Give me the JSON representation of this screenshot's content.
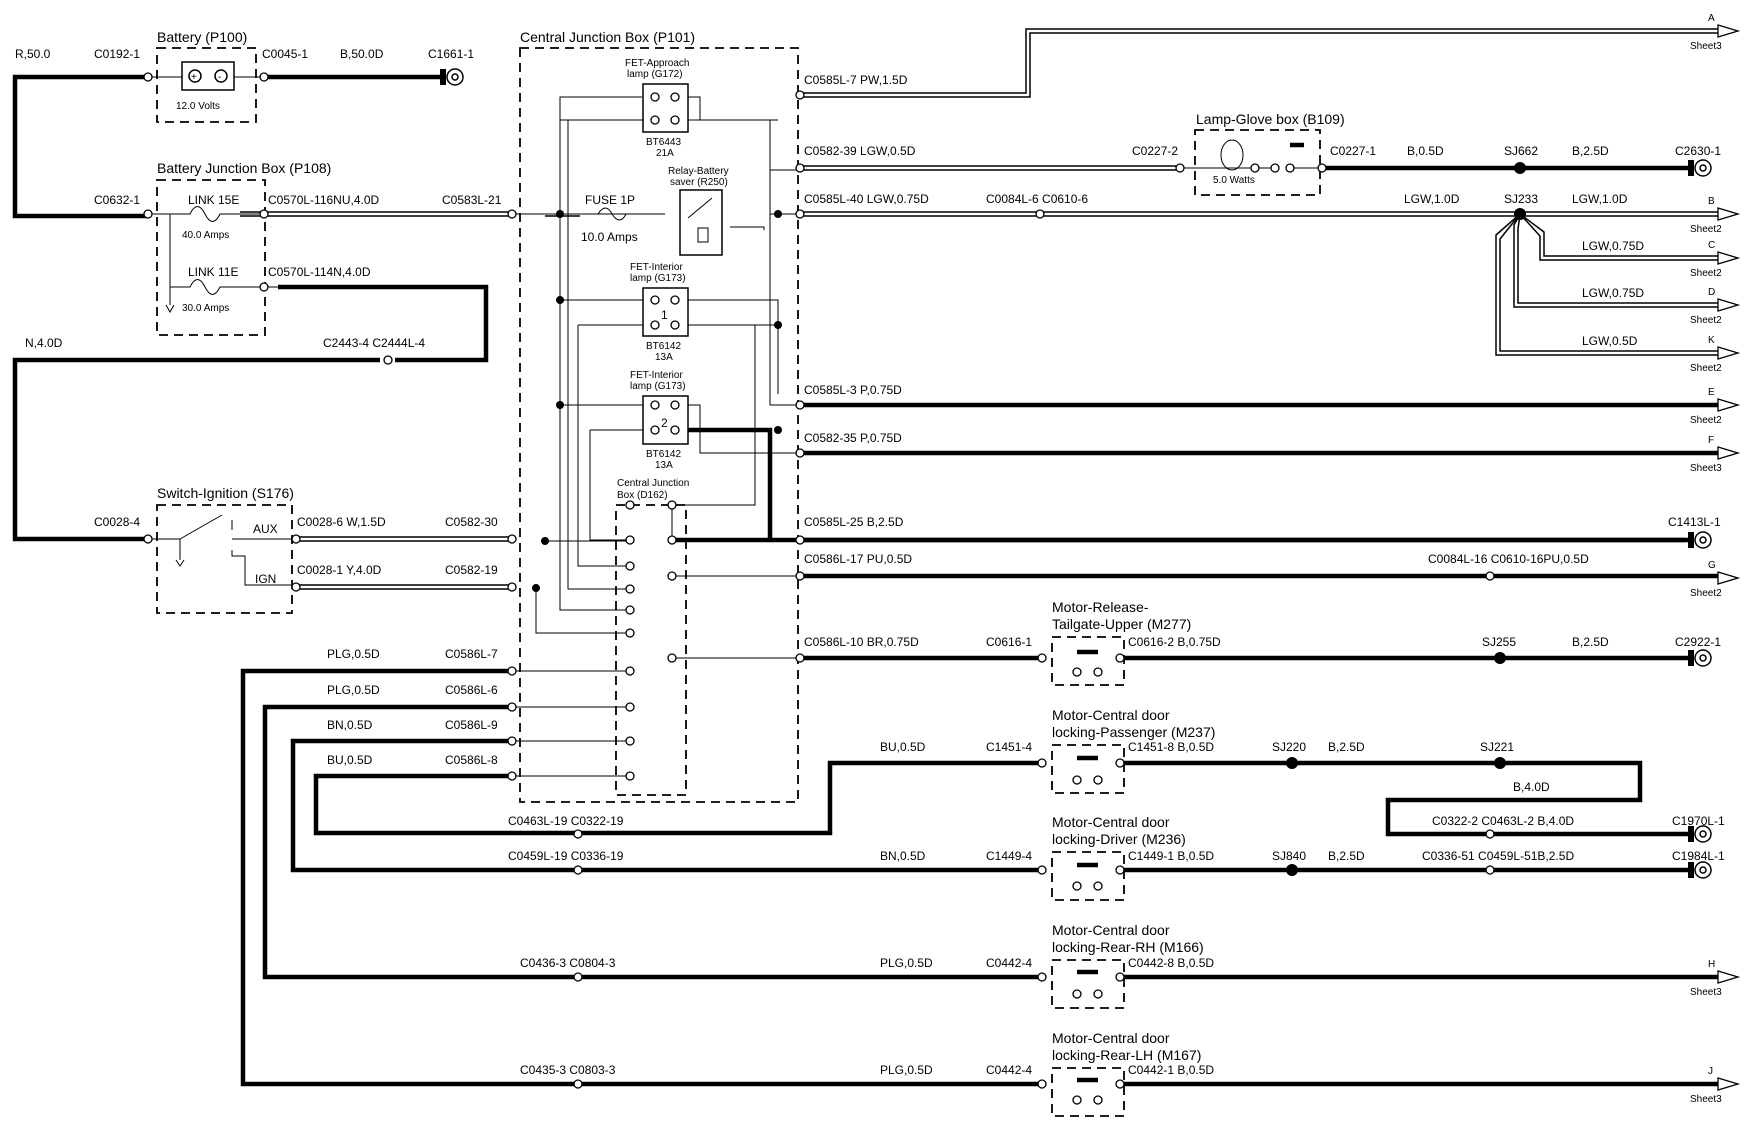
{
  "components": {
    "battery": {
      "title": "Battery (P100)",
      "rating": "12.0 Volts"
    },
    "battery_junction_box": {
      "title": "Battery Junction Box (P108)",
      "link1": "LINK 15E",
      "link1_rating": "40.0 Amps",
      "link2": "LINK 11E",
      "link2_rating": "30.0 Amps"
    },
    "central_junction_box": {
      "title": "Central Junction Box (P101)",
      "inner_title_1": "Central Junction",
      "inner_title_2": "Box (D162)"
    },
    "fet_approach": {
      "line1": "FET-Approach",
      "line2": "lamp (G172)",
      "part": "BT6443",
      "rating": "21A"
    },
    "relay": {
      "line1": "Relay-Battery",
      "line2": "saver (R250)"
    },
    "fuse": {
      "label": "FUSE 1P",
      "rating": "10.0 Amps"
    },
    "fet_interior1": {
      "line1": "FET-Interior",
      "line2": "lamp (G173)",
      "num": "1",
      "part": "BT6142",
      "rating": "13A"
    },
    "fet_interior2": {
      "line1": "FET-Interior",
      "line2": "lamp (G173)",
      "num": "2",
      "part": "BT6142",
      "rating": "13A"
    },
    "ignition": {
      "title": "Switch-Ignition (S176)",
      "aux": "AUX",
      "ign": "IGN"
    },
    "glove": {
      "title": "Lamp-Glove box (B109)",
      "rating": "5.0 Watts"
    },
    "m277": {
      "line1": "Motor-Release-",
      "line2": "Tailgate-Upper (M277)"
    },
    "m237": {
      "line1": "Motor-Central door",
      "line2": "locking-Passenger (M237)"
    },
    "m236": {
      "line1": "Motor-Central door",
      "line2": "locking-Driver (M236)"
    },
    "m166": {
      "line1": "Motor-Central door",
      "line2": "locking-Rear-RH (M166)"
    },
    "m167": {
      "line1": "Motor-Central door",
      "line2": "locking-Rear-LH (M167)"
    }
  },
  "labels": {
    "w_r50": "R,50.0",
    "c0192": "C0192-1",
    "c0045": "C0045-1",
    "w_b50": "B,50.0D",
    "c1661": "C1661-1",
    "c0632": "C0632-1",
    "c0570_116": "C0570L-116NU,4.0D",
    "c0583": "C0583L-21",
    "c0570_114": "C0570L-114N,4.0D",
    "w_n4": "N,4.0D",
    "c2443": "C2443-4 C2444L-4",
    "c0028_4": "C0028-4",
    "c0028_6": "C0028-6  W,1.5D",
    "c0582_30": "C0582-30",
    "c0028_1": "C0028-1  Y,4.0D",
    "c0582_19": "C0582-19",
    "w_plg1": "PLG,0.5D",
    "c0586_7": "C0586L-7",
    "w_plg2": "PLG,0.5D",
    "c0586_6": "C0586L-6",
    "w_bn": "BN,0.5D",
    "c0586_9": "C0586L-9",
    "w_bu": "BU,0.5D",
    "c0586_8": "C0586L-8",
    "c0585_7": "C0585L-7  PW,1.5D",
    "c0582_39": "C0582-39  LGW,0.5D",
    "c0585_40": "C0585L-40  LGW,0.75D",
    "c0084_6": "C0084L-6  C0610-6",
    "c0585_3": "C0585L-3  P,0.75D",
    "c0582_35": "C0582-35  P,0.75D",
    "c0585_25": "C0585L-25  B,2.5D",
    "c0586_17": "C0586L-17  PU,0.5D",
    "c0084_16": "C0084L-16  C0610-16PU,0.5D",
    "c0586_10": "C0586L-10  BR,0.75D",
    "c0227_2": "C0227-2",
    "c0227_1": "C0227-1",
    "w_b05": "B,0.5D",
    "sj662": "SJ662",
    "w_b25a": "B,2.5D",
    "c2630": "C2630-1",
    "w_lgw1a": "LGW,1.0D",
    "sj233": "SJ233",
    "w_lgw1b": "LGW,1.0D",
    "w_lgw075a": "LGW,0.75D",
    "w_lgw075b": "LGW,0.75D",
    "w_lgw05": "LGW,0.5D",
    "c1413": "C1413L-1",
    "c0616_1": "C0616-1",
    "c0616_2": "C0616-2  B,0.75D",
    "sj255": "SJ255",
    "w_b25b": "B,2.5D",
    "c2922": "C2922-1",
    "w_bu05": "BU,0.5D",
    "c1451_4": "C1451-4",
    "c1451_8": "C1451-8  B,0.5D",
    "sj220": "SJ220",
    "w_b25c": "B,2.5D",
    "sj221": "SJ221",
    "w_b40": "B,4.0D",
    "c0463": "C0463L-19  C0322-19",
    "c0322_2": "C0322-2  C0463L-2  B,4.0D",
    "c1970": "C1970L-1",
    "c0459": "C0459L-19  C0336-19",
    "w_bn05": "BN,0.5D",
    "c1449_4": "C1449-4",
    "c1449_1": "C1449-1  B,0.5D",
    "sj840": "SJ840",
    "w_b25d": "B,2.5D",
    "c0336_51": "C0336-51  C0459L-51B,2.5D",
    "c1984": "C1984L-1",
    "c0436": "C0436-3  C0804-3",
    "w_plg3": "PLG,0.5D",
    "c0442_4a": "C0442-4",
    "c0442_8": "C0442-8  B,0.5D",
    "c0435": "C0435-3  C0803-3",
    "w_plg4": "PLG,0.5D",
    "c0442_4b": "C0442-4",
    "c0442_1": "C0442-1  B,0.5D"
  },
  "refs": [
    {
      "letter": "A",
      "sheet": "Sheet3"
    },
    {
      "letter": "B",
      "sheet": "Sheet2"
    },
    {
      "letter": "C",
      "sheet": "Sheet2"
    },
    {
      "letter": "D",
      "sheet": "Sheet2"
    },
    {
      "letter": "K",
      "sheet": "Sheet2"
    },
    {
      "letter": "E",
      "sheet": "Sheet2"
    },
    {
      "letter": "F",
      "sheet": "Sheet3"
    },
    {
      "letter": "G",
      "sheet": "Sheet2"
    },
    {
      "letter": "H",
      "sheet": "Sheet3"
    },
    {
      "letter": "J",
      "sheet": "Sheet3"
    }
  ],
  "colors": {
    "ink": "#000000",
    "paper": "#ffffff"
  }
}
